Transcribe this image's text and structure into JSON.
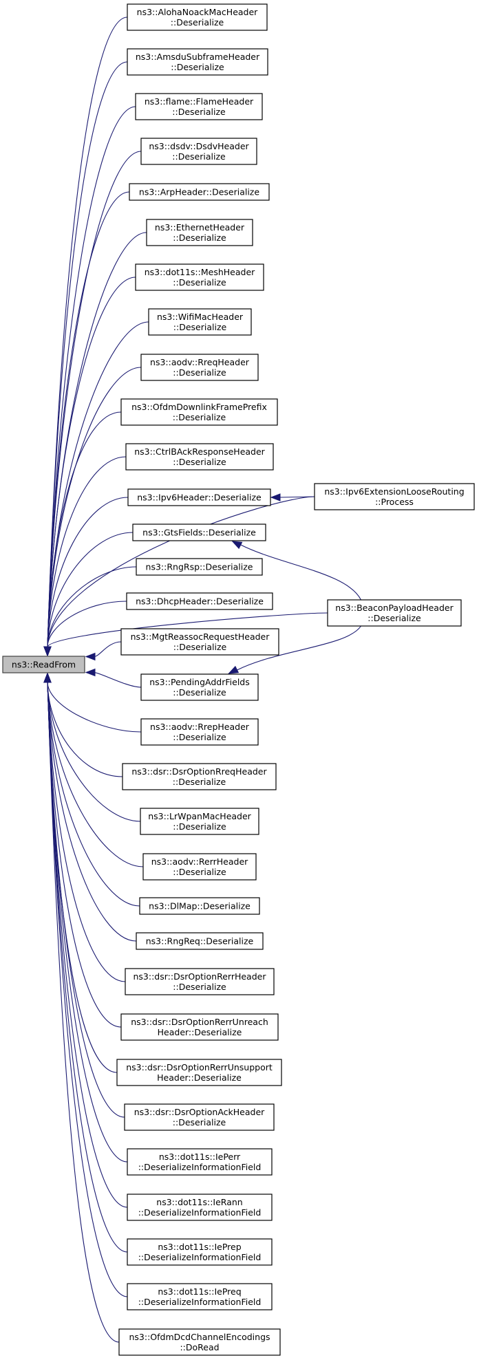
{
  "diagram": {
    "type": "call-graph",
    "edge_color": "#191970",
    "root_fill": "#bfbfbf",
    "root": {
      "id": "readfrom",
      "lines": [
        "ns3::ReadFrom"
      ]
    },
    "nodes": [
      {
        "id": "aloha",
        "lines": [
          "ns3::AlohaNoackMacHeader",
          "::Deserialize"
        ]
      },
      {
        "id": "amsdu",
        "lines": [
          "ns3::AmsduSubframeHeader",
          "::Deserialize"
        ]
      },
      {
        "id": "flame",
        "lines": [
          "ns3::flame::FlameHeader",
          "::Deserialize"
        ]
      },
      {
        "id": "dsdv",
        "lines": [
          "ns3::dsdv::DsdvHeader",
          "::Deserialize"
        ]
      },
      {
        "id": "arp",
        "lines": [
          "ns3::ArpHeader::Deserialize"
        ]
      },
      {
        "id": "ethernet",
        "lines": [
          "ns3::EthernetHeader",
          "::Deserialize"
        ]
      },
      {
        "id": "mesh",
        "lines": [
          "ns3::dot11s::MeshHeader",
          "::Deserialize"
        ]
      },
      {
        "id": "wifimac",
        "lines": [
          "ns3::WifiMacHeader",
          "::Deserialize"
        ]
      },
      {
        "id": "rreq",
        "lines": [
          "ns3::aodv::RreqHeader",
          "::Deserialize"
        ]
      },
      {
        "id": "ofdmdl",
        "lines": [
          "ns3::OfdmDownlinkFramePrefix",
          "::Deserialize"
        ]
      },
      {
        "id": "ctrlback",
        "lines": [
          "ns3::CtrlBAckResponseHeader",
          "::Deserialize"
        ]
      },
      {
        "id": "ipv6",
        "lines": [
          "ns3::Ipv6Header::Deserialize"
        ]
      },
      {
        "id": "gts",
        "lines": [
          "ns3::GtsFields::Deserialize"
        ]
      },
      {
        "id": "rngrsp",
        "lines": [
          "ns3::RngRsp::Deserialize"
        ]
      },
      {
        "id": "dhcp",
        "lines": [
          "ns3::DhcpHeader::Deserialize"
        ]
      },
      {
        "id": "mgtreassoc",
        "lines": [
          "ns3::MgtReassocRequestHeader",
          "::Deserialize"
        ]
      },
      {
        "id": "pending",
        "lines": [
          "ns3::PendingAddrFields",
          "::Deserialize"
        ]
      },
      {
        "id": "rrep",
        "lines": [
          "ns3::aodv::RrepHeader",
          "::Deserialize"
        ]
      },
      {
        "id": "dsrrreq",
        "lines": [
          "ns3::dsr::DsrOptionRreqHeader",
          "::Deserialize"
        ]
      },
      {
        "id": "lrwpan",
        "lines": [
          "ns3::LrWpanMacHeader",
          "::Deserialize"
        ]
      },
      {
        "id": "rerr",
        "lines": [
          "ns3::aodv::RerrHeader",
          "::Deserialize"
        ]
      },
      {
        "id": "dlmap",
        "lines": [
          "ns3::DlMap::Deserialize"
        ]
      },
      {
        "id": "rngreq",
        "lines": [
          "ns3::RngReq::Deserialize"
        ]
      },
      {
        "id": "dsrrerr",
        "lines": [
          "ns3::dsr::DsrOptionRerrHeader",
          "::Deserialize"
        ]
      },
      {
        "id": "dsrrerrunreach",
        "lines": [
          "ns3::dsr::DsrOptionRerrUnreach",
          "Header::Deserialize"
        ]
      },
      {
        "id": "dsrrerrunsupport",
        "lines": [
          "ns3::dsr::DsrOptionRerrUnsupport",
          "Header::Deserialize"
        ]
      },
      {
        "id": "dsrack",
        "lines": [
          "ns3::dsr::DsrOptionAckHeader",
          "::Deserialize"
        ]
      },
      {
        "id": "ieperr",
        "lines": [
          "ns3::dot11s::IePerr",
          "::DeserializeInformationField"
        ]
      },
      {
        "id": "ierann",
        "lines": [
          "ns3::dot11s::IeRann",
          "::DeserializeInformationField"
        ]
      },
      {
        "id": "ieprep",
        "lines": [
          "ns3::dot11s::IePrep",
          "::DeserializeInformationField"
        ]
      },
      {
        "id": "iepreq",
        "lines": [
          "ns3::dot11s::IePreq",
          "::DeserializeInformationField"
        ]
      },
      {
        "id": "ofdmdcd",
        "lines": [
          "ns3::OfdmDcdChannelEncodings",
          "::DoRead"
        ]
      },
      {
        "id": "ipv6loose",
        "lines": [
          "ns3::Ipv6ExtensionLooseRouting",
          "::Process"
        ]
      },
      {
        "id": "beacon",
        "lines": [
          "ns3::BeaconPayloadHeader",
          "::Deserialize"
        ]
      }
    ],
    "edges": [
      {
        "from": "ipv6loose",
        "to": "ipv6"
      },
      {
        "from": "beacon",
        "to": "gts"
      },
      {
        "from": "beacon",
        "to": "pending"
      }
    ]
  }
}
